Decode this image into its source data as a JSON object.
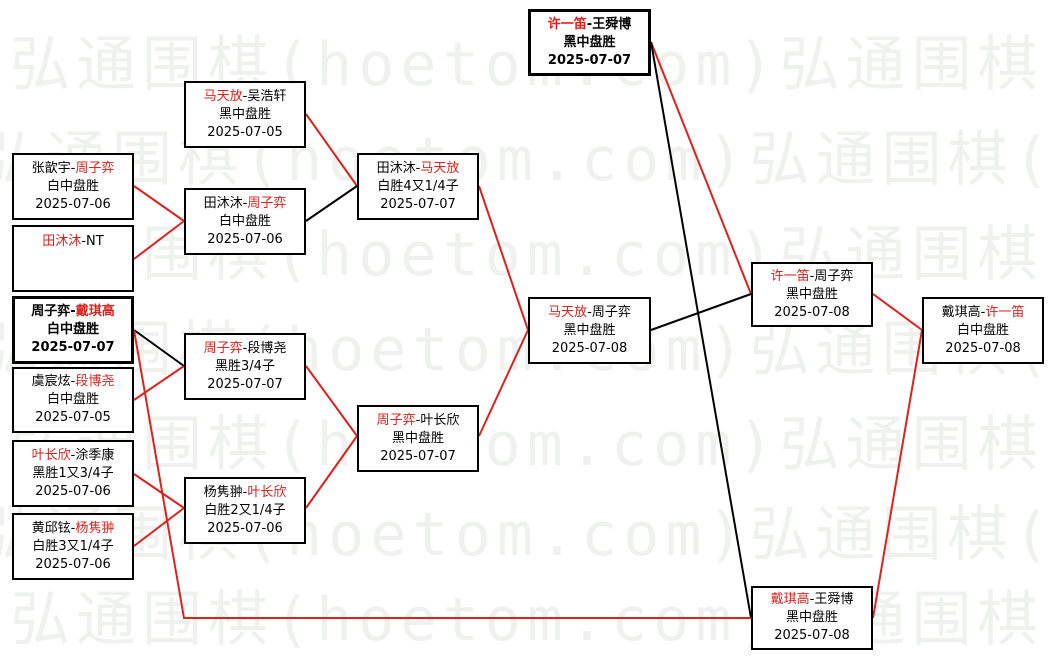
{
  "watermark": "弘通围棋(hoetom.com)弘通围棋(hoetom.com)",
  "colors": {
    "win": "#e0201c",
    "lose": "#000000"
  },
  "games": {
    "g1": {
      "a": "张歆宇",
      "b": "周子弈",
      "winner": "b",
      "result": "白中盘胜",
      "date": "2025-07-06"
    },
    "g2": {
      "a": "田沐沐",
      "b": "NT",
      "winner": "a",
      "result": "",
      "date": ""
    },
    "g3": {
      "a": "周子弈",
      "b": "戴琪高",
      "winner": "b",
      "result": "白中盘胜",
      "date": "2025-07-07"
    },
    "g4": {
      "a": "虞宸炫",
      "b": "段博尧",
      "winner": "b",
      "result": "白中盘胜",
      "date": "2025-07-05"
    },
    "g5": {
      "a": "叶长欣",
      "b": "涂季康",
      "winner": "a",
      "result": "黑胜1又3/4子",
      "date": "2025-07-06"
    },
    "g6": {
      "a": "黄邱铉",
      "b": "杨隽翀",
      "winner": "b",
      "result": "白胜3又1/4子",
      "date": "2025-07-06"
    },
    "g7": {
      "a": "马天放",
      "b": "吴浩轩",
      "winner": "a",
      "result": "黑中盘胜",
      "date": "2025-07-05"
    },
    "g8": {
      "a": "田沐沐",
      "b": "周子弈",
      "winner": "b",
      "result": "白中盘胜",
      "date": "2025-07-06"
    },
    "g9": {
      "a": "周子弈",
      "b": "段博尧",
      "winner": "a",
      "result": "黑胜3/4子",
      "date": "2025-07-07"
    },
    "g10": {
      "a": "杨隽翀",
      "b": "叶长欣",
      "winner": "b",
      "result": "白胜2又1/4子",
      "date": "2025-07-06"
    },
    "g11": {
      "a": "田沐沐",
      "b": "马天放",
      "winner": "b",
      "result": "白胜4又1/4子",
      "date": "2025-07-07"
    },
    "g12": {
      "a": "周子弈",
      "b": "叶长欣",
      "winner": "a",
      "result": "黑中盘胜",
      "date": "2025-07-07"
    },
    "g13": {
      "a": "许一笛",
      "b": "王舜博",
      "winner": "a",
      "result": "黑中盘胜",
      "date": "2025-07-07"
    },
    "g14": {
      "a": "马天放",
      "b": "周子弈",
      "winner": "a",
      "result": "黑中盘胜",
      "date": "2025-07-08"
    },
    "g15": {
      "a": "许一笛",
      "b": "周子弈",
      "winner": "a",
      "result": "黑中盘胜",
      "date": "2025-07-08"
    },
    "g16": {
      "a": "戴琪高",
      "b": "王舜博",
      "winner": "a",
      "result": "黑中盘胜",
      "date": "2025-07-08"
    },
    "g17": {
      "a": "戴琪高",
      "b": "许一笛",
      "winner": "b",
      "result": "白中盘胜",
      "date": "2025-07-08"
    }
  }
}
